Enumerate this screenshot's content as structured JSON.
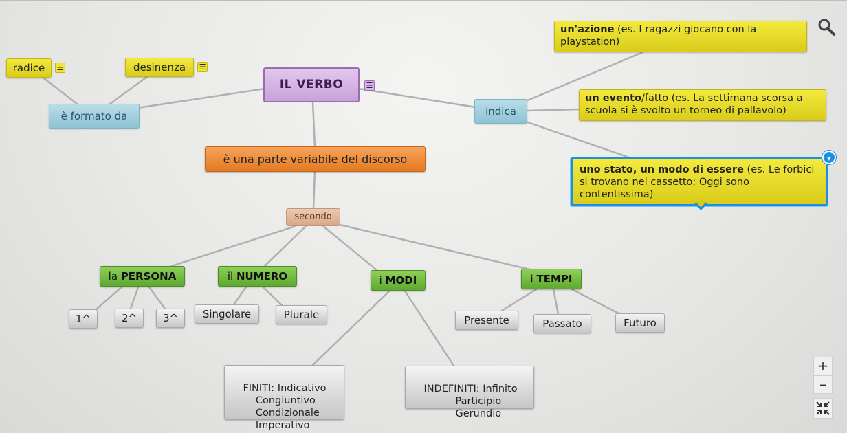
{
  "nodes": {
    "root": "IL VERBO",
    "formato": "è formato da",
    "radice": "radice",
    "desinenza": "desinenza",
    "parte": "è una parte variabile del discorso",
    "secondo": "secondo",
    "indica": "indica",
    "azione": {
      "bold": "un'azione",
      "rest": " (es. I ragazzi giocano con la playstation)"
    },
    "evento": {
      "bold": "un evento",
      "rest": "/fatto (es. La settimana scorsa a scuola si è svolto un torneo di pallavolo)"
    },
    "stato": {
      "bold": "uno stato, un modo di essere",
      "rest": " (es. Le forbici si trovano nel cassetto; Oggi sono contentissima)"
    },
    "persona": {
      "pre": "la ",
      "bold": "PERSONA"
    },
    "numero": {
      "pre": "il ",
      "bold": "NUMERO"
    },
    "modi": {
      "pre": "i ",
      "bold": "MODI"
    },
    "tempi": {
      "pre": "i ",
      "bold": "TEMPI"
    },
    "p1": "1^",
    "p2": "2^",
    "p3": "3^",
    "singolare": "Singolare",
    "plurale": "Plurale",
    "finiti": "FINITI: Indicativo\n        Congiuntivo\n        Condizionale\n        Imperativo",
    "indefiniti": "INDEFINITI: Infinito\n              Participio\n              Gerundio",
    "presente": "Presente",
    "passato": "Passato",
    "futuro": "Futuro"
  },
  "icons": {
    "note": "☰",
    "expand": "▾",
    "zoom_in": "+",
    "zoom_out": "–",
    "fit": "⤡"
  },
  "colors": {
    "link": "#b0b0b0",
    "selection": "#1b8ee6"
  }
}
